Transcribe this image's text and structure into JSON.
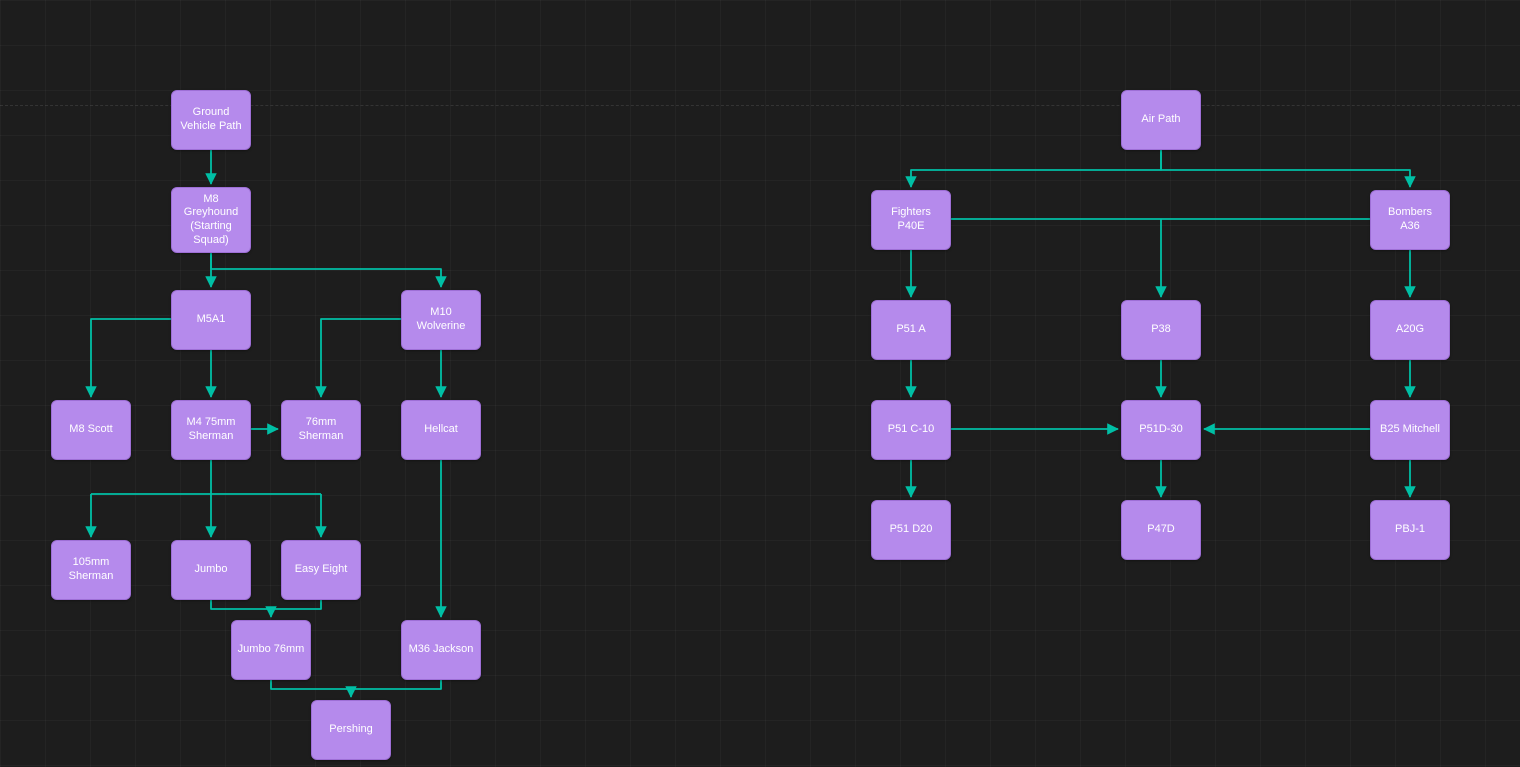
{
  "diagram": {
    "colors": {
      "background": "#1d1d1d",
      "node_fill": "#b58aec",
      "node_border": "#9e6fd6",
      "node_text": "#ffffff",
      "edge": "#00bfa5"
    },
    "nodes": {
      "ground_vehicle_path": {
        "label": "Ground\nVehicle Path"
      },
      "m8_greyhound": {
        "label": "M8\nGreyhound\n(Starting\nSquad)"
      },
      "m5a1": {
        "label": "M5A1"
      },
      "m10_wolverine": {
        "label": "M10\nWolverine"
      },
      "m8_scott": {
        "label": "M8 Scott"
      },
      "m4_75mm_sherman": {
        "label": "M4 75mm\nSherman"
      },
      "sherman_76mm": {
        "label": "76mm\nSherman"
      },
      "hellcat": {
        "label": "Hellcat"
      },
      "sherman_105mm": {
        "label": "105mm\nSherman"
      },
      "jumbo": {
        "label": "Jumbo"
      },
      "easy_eight": {
        "label": "Easy Eight"
      },
      "jumbo_76mm": {
        "label": "Jumbo 76mm"
      },
      "m36_jackson": {
        "label": "M36 Jackson"
      },
      "pershing": {
        "label": "Pershing"
      },
      "air_path": {
        "label": "Air Path"
      },
      "fighters_p40e": {
        "label": "Fighters\nP40E"
      },
      "bombers_a36": {
        "label": "Bombers\nA36"
      },
      "p51_a": {
        "label": "P51 A"
      },
      "p38": {
        "label": "P38"
      },
      "a20g": {
        "label": "A20G"
      },
      "p51_c10": {
        "label": "P51 C-10"
      },
      "p51d_30": {
        "label": "P51D-30"
      },
      "b25_mitchell": {
        "label": "B25 Mitchell"
      },
      "p51_d20": {
        "label": "P51 D20"
      },
      "p47d": {
        "label": "P47D"
      },
      "pbj_1": {
        "label": "PBJ-1"
      }
    },
    "edges": [
      {
        "from": "ground_vehicle_path",
        "to": "m8_greyhound"
      },
      {
        "from": "m8_greyhound",
        "to": "m5a1"
      },
      {
        "from": "m8_greyhound",
        "to": "m10_wolverine"
      },
      {
        "from": "m5a1",
        "to": "m8_scott"
      },
      {
        "from": "m5a1",
        "to": "m4_75mm_sherman"
      },
      {
        "from": "m4_75mm_sherman",
        "to": "sherman_76mm"
      },
      {
        "from": "m10_wolverine",
        "to": "sherman_76mm"
      },
      {
        "from": "m10_wolverine",
        "to": "hellcat"
      },
      {
        "from": "m4_75mm_sherman",
        "to": "sherman_105mm"
      },
      {
        "from": "m4_75mm_sherman",
        "to": "jumbo"
      },
      {
        "from": "m4_75mm_sherman",
        "to": "easy_eight"
      },
      {
        "from": "jumbo",
        "to": "jumbo_76mm"
      },
      {
        "from": "easy_eight",
        "to": "jumbo_76mm"
      },
      {
        "from": "hellcat",
        "to": "m36_jackson"
      },
      {
        "from": "jumbo_76mm",
        "to": "pershing"
      },
      {
        "from": "m36_jackson",
        "to": "pershing"
      },
      {
        "from": "air_path",
        "to": "fighters_p40e"
      },
      {
        "from": "air_path",
        "to": "bombers_a36"
      },
      {
        "from": "fighters_p40e",
        "to": "p51_a"
      },
      {
        "from": "fighters_p40e",
        "to": "p38"
      },
      {
        "from": "bombers_a36",
        "to": "p38"
      },
      {
        "from": "bombers_a36",
        "to": "a20g"
      },
      {
        "from": "p51_a",
        "to": "p51_c10"
      },
      {
        "from": "p38",
        "to": "p51d_30"
      },
      {
        "from": "a20g",
        "to": "b25_mitchell"
      },
      {
        "from": "p51_c10",
        "to": "p51d_30"
      },
      {
        "from": "b25_mitchell",
        "to": "p51d_30"
      },
      {
        "from": "p51_c10",
        "to": "p51_d20"
      },
      {
        "from": "p51d_30",
        "to": "p47d"
      },
      {
        "from": "b25_mitchell",
        "to": "pbj_1"
      }
    ]
  }
}
